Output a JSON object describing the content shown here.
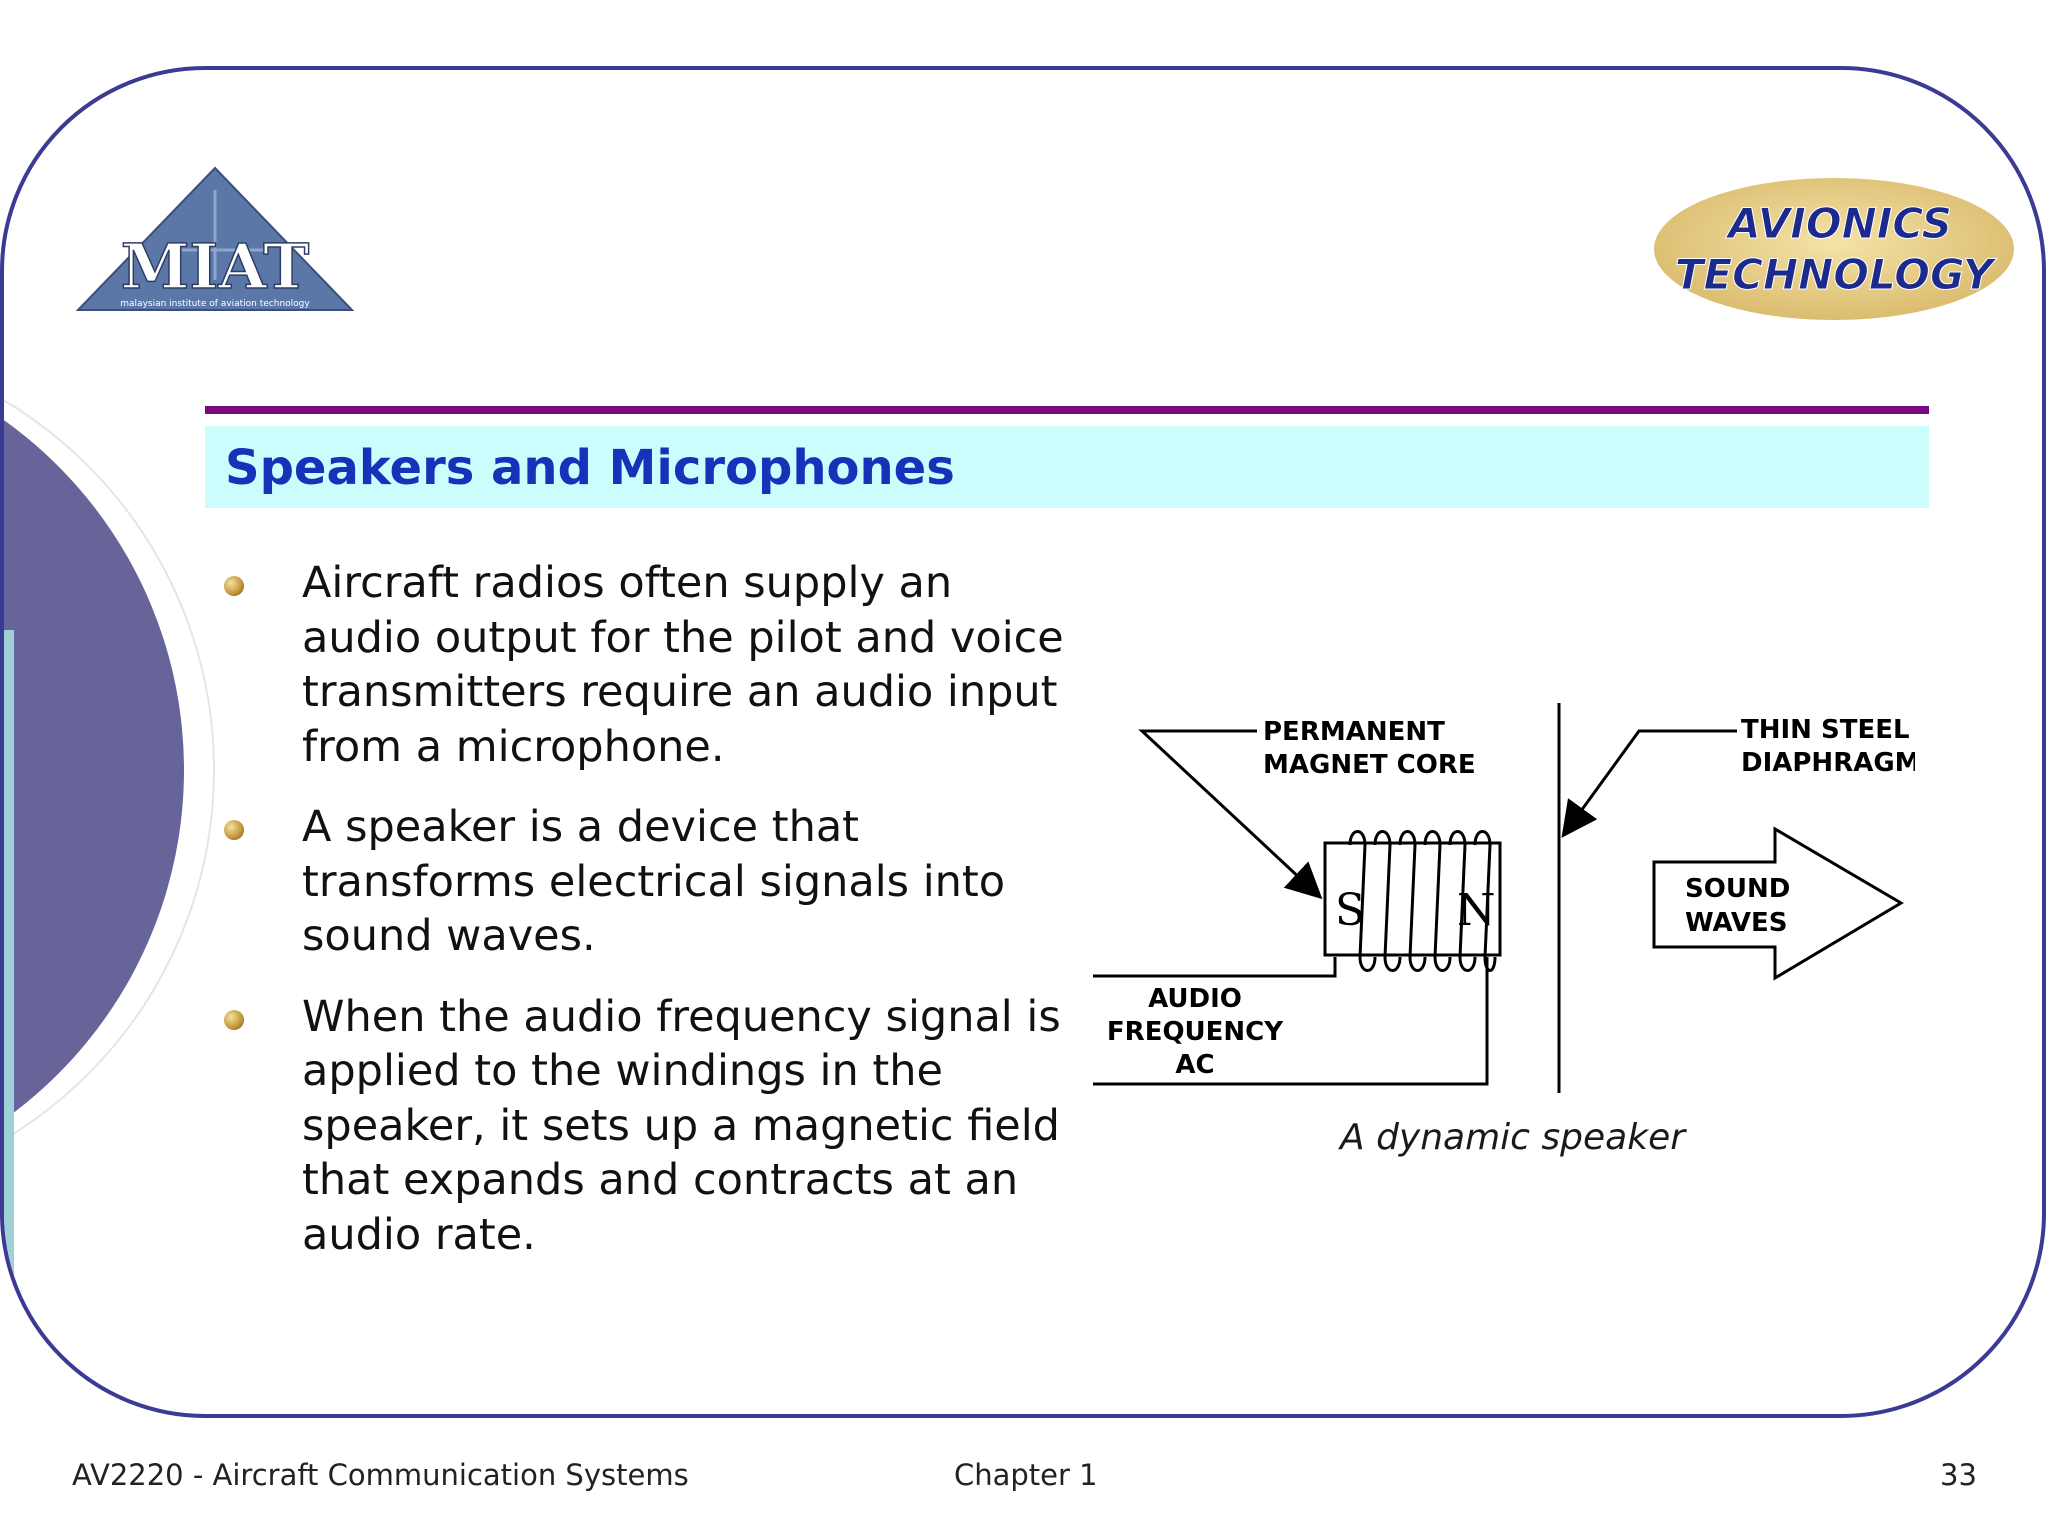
{
  "logo": {
    "wordmark": "MIAT",
    "tagline": "malaysian institute of aviation technology"
  },
  "badge": {
    "line1": "AVIONICS",
    "line2": "TECHNOLOGY"
  },
  "slide": {
    "title": "Speakers and Microphones",
    "bullets": [
      "Aircraft radios often supply an audio output for the pilot and voice transmitters require an audio input from a microphone.",
      "A speaker is a device that transforms electrical signals into sound waves.",
      "When the audio frequency signal is applied to the windings in the speaker, it sets up a magnetic field that expands and contracts at an audio rate."
    ]
  },
  "diagram": {
    "label_core_1": "PERMANENT",
    "label_core_2": "MAGNET CORE",
    "label_diaphragm_1": "THIN STEEL",
    "label_diaphragm_2": "DIAPHRAGM",
    "label_sound_1": "SOUND",
    "label_sound_2": "WAVES",
    "label_audio_1": "AUDIO",
    "label_audio_2": "FREQUENCY",
    "label_audio_3": "AC",
    "pole_s": "S",
    "pole_n": "N",
    "caption": "A dynamic speaker"
  },
  "footer": {
    "course": "AV2220 - Aircraft Communication Systems",
    "chapter": "Chapter 1",
    "page": "33"
  },
  "colors": {
    "frame": "#3b3a94",
    "rule": "#770a7f",
    "title_bg": "#ccfdfd",
    "title_text": "#1532b8",
    "side_circle": "#67649a",
    "side_strip": "#9fd0d6",
    "badge_fill": "#e7cf8c",
    "badge_text": "#1b2a8c"
  }
}
